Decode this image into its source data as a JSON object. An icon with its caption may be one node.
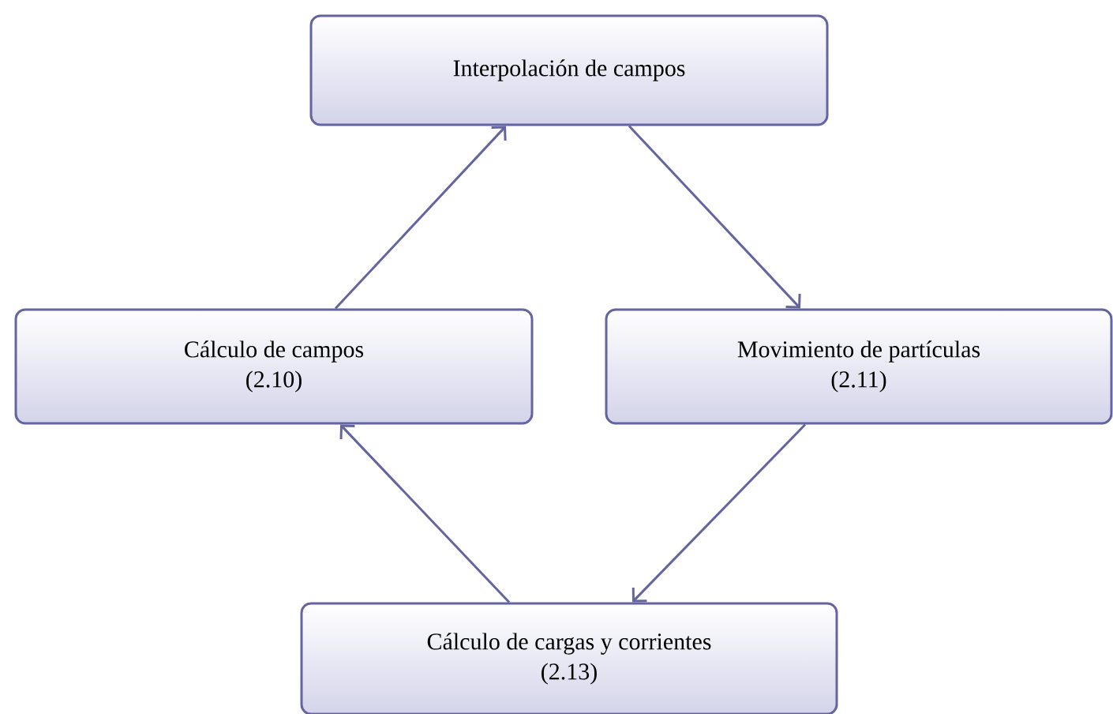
{
  "diagram": {
    "nodes": [
      {
        "text": [
          "Interpolación de campos"
        ]
      },
      {
        "text": [
          "Cálculo de campos",
          "(2.10)"
        ]
      },
      {
        "text": [
          "Movimiento de partículas",
          "(2.11)"
        ]
      },
      {
        "text": [
          "Cálculo de cargas y corrientes",
          "(2.13)"
        ]
      }
    ],
    "edges": [
      {
        "from": 1,
        "to": 0,
        "arrow": "to"
      },
      {
        "from": 0,
        "to": 2,
        "arrow": "to"
      },
      {
        "from": 2,
        "to": 3,
        "arrow": "to"
      },
      {
        "from": 3,
        "to": 1,
        "arrow": "to"
      }
    ]
  }
}
